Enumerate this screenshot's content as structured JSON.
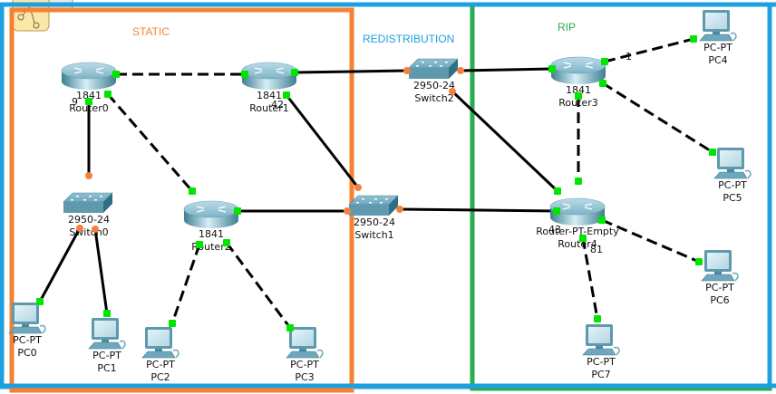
{
  "zones": [
    {
      "id": "static",
      "label": "STATIC",
      "color": "#F58232"
    },
    {
      "id": "redistribution",
      "label": "REDISTRIBUTION",
      "color": "#1EA0E0"
    },
    {
      "id": "rip",
      "label": "RIP",
      "color": "#26AE4F"
    }
  ],
  "colors": {
    "link": "#000000",
    "port_up": "#00E600",
    "port_switch": "#F5803C",
    "device_body": "#6FA8BD",
    "device_dark": "#3D7F96"
  },
  "devices": [
    {
      "id": "router0",
      "type": "router",
      "model": "1841",
      "name": "Router0"
    },
    {
      "id": "router1",
      "type": "router",
      "model": "1841",
      "name": "Router1"
    },
    {
      "id": "router2",
      "type": "router",
      "model": "1841",
      "name": "Router2"
    },
    {
      "id": "router3",
      "type": "router",
      "model": "1841",
      "name": "Router3"
    },
    {
      "id": "router4",
      "type": "router",
      "model": "Router-PT-Empty",
      "name": "Router4"
    },
    {
      "id": "switch0",
      "type": "switch",
      "model": "2950-24",
      "name": "Switch0"
    },
    {
      "id": "switch1",
      "type": "switch",
      "model": "2950-24",
      "name": "Switch1"
    },
    {
      "id": "switch2",
      "type": "switch",
      "model": "2950-24",
      "name": "Switch2"
    },
    {
      "id": "pc0",
      "type": "pc",
      "model": "PC-PT",
      "name": "PC0"
    },
    {
      "id": "pc1",
      "type": "pc",
      "model": "PC-PT",
      "name": "PC1"
    },
    {
      "id": "pc2",
      "type": "pc",
      "model": "PC-PT",
      "name": "PC2"
    },
    {
      "id": "pc3",
      "type": "pc",
      "model": "PC-PT",
      "name": "PC3"
    },
    {
      "id": "pc4",
      "type": "pc",
      "model": "PC-PT",
      "name": "PC4"
    },
    {
      "id": "pc5",
      "type": "pc",
      "model": "PC-PT",
      "name": "PC5"
    },
    {
      "id": "pc6",
      "type": "pc",
      "model": "PC-PT",
      "name": "PC6"
    },
    {
      "id": "pc7",
      "type": "pc",
      "model": "PC-PT",
      "name": "PC7"
    }
  ],
  "links": [
    {
      "from": "router0",
      "to": "router1",
      "style": "dashed"
    },
    {
      "from": "router0",
      "to": "switch0",
      "style": "solid"
    },
    {
      "from": "router0",
      "to": "router2",
      "style": "dashed"
    },
    {
      "from": "router1",
      "to": "switch2",
      "style": "solid"
    },
    {
      "from": "router1",
      "to": "switch1",
      "style": "solid"
    },
    {
      "from": "router2",
      "to": "switch1",
      "style": "solid"
    },
    {
      "from": "router2",
      "to": "pc2",
      "style": "dashed"
    },
    {
      "from": "router2",
      "to": "pc3",
      "style": "dashed"
    },
    {
      "from": "switch0",
      "to": "pc0",
      "style": "solid"
    },
    {
      "from": "switch0",
      "to": "pc1",
      "style": "solid"
    },
    {
      "from": "switch1",
      "to": "router4",
      "style": "solid"
    },
    {
      "from": "switch2",
      "to": "router3",
      "style": "solid"
    },
    {
      "from": "switch2",
      "to": "router4",
      "style": "solid"
    },
    {
      "from": "router3",
      "to": "pc4",
      "style": "dashed"
    },
    {
      "from": "router3",
      "to": "router4",
      "style": "dashed"
    },
    {
      "from": "router3",
      "to": "pc5",
      "style": "dashed"
    },
    {
      "from": "router4",
      "to": "pc6",
      "style": "dashed"
    },
    {
      "from": "router4",
      "to": "pc7",
      "style": "dashed"
    }
  ],
  "annotations": [
    {
      "text": "9",
      "near": "router0"
    },
    {
      "text": "42",
      "near": "router1"
    },
    {
      "text": "43",
      "near": "router4"
    },
    {
      "text": "81",
      "near": "router4"
    },
    {
      "text": "1",
      "near": "router3"
    }
  ],
  "toolbar": {
    "note_tool_icon": "note-tool-icon"
  }
}
